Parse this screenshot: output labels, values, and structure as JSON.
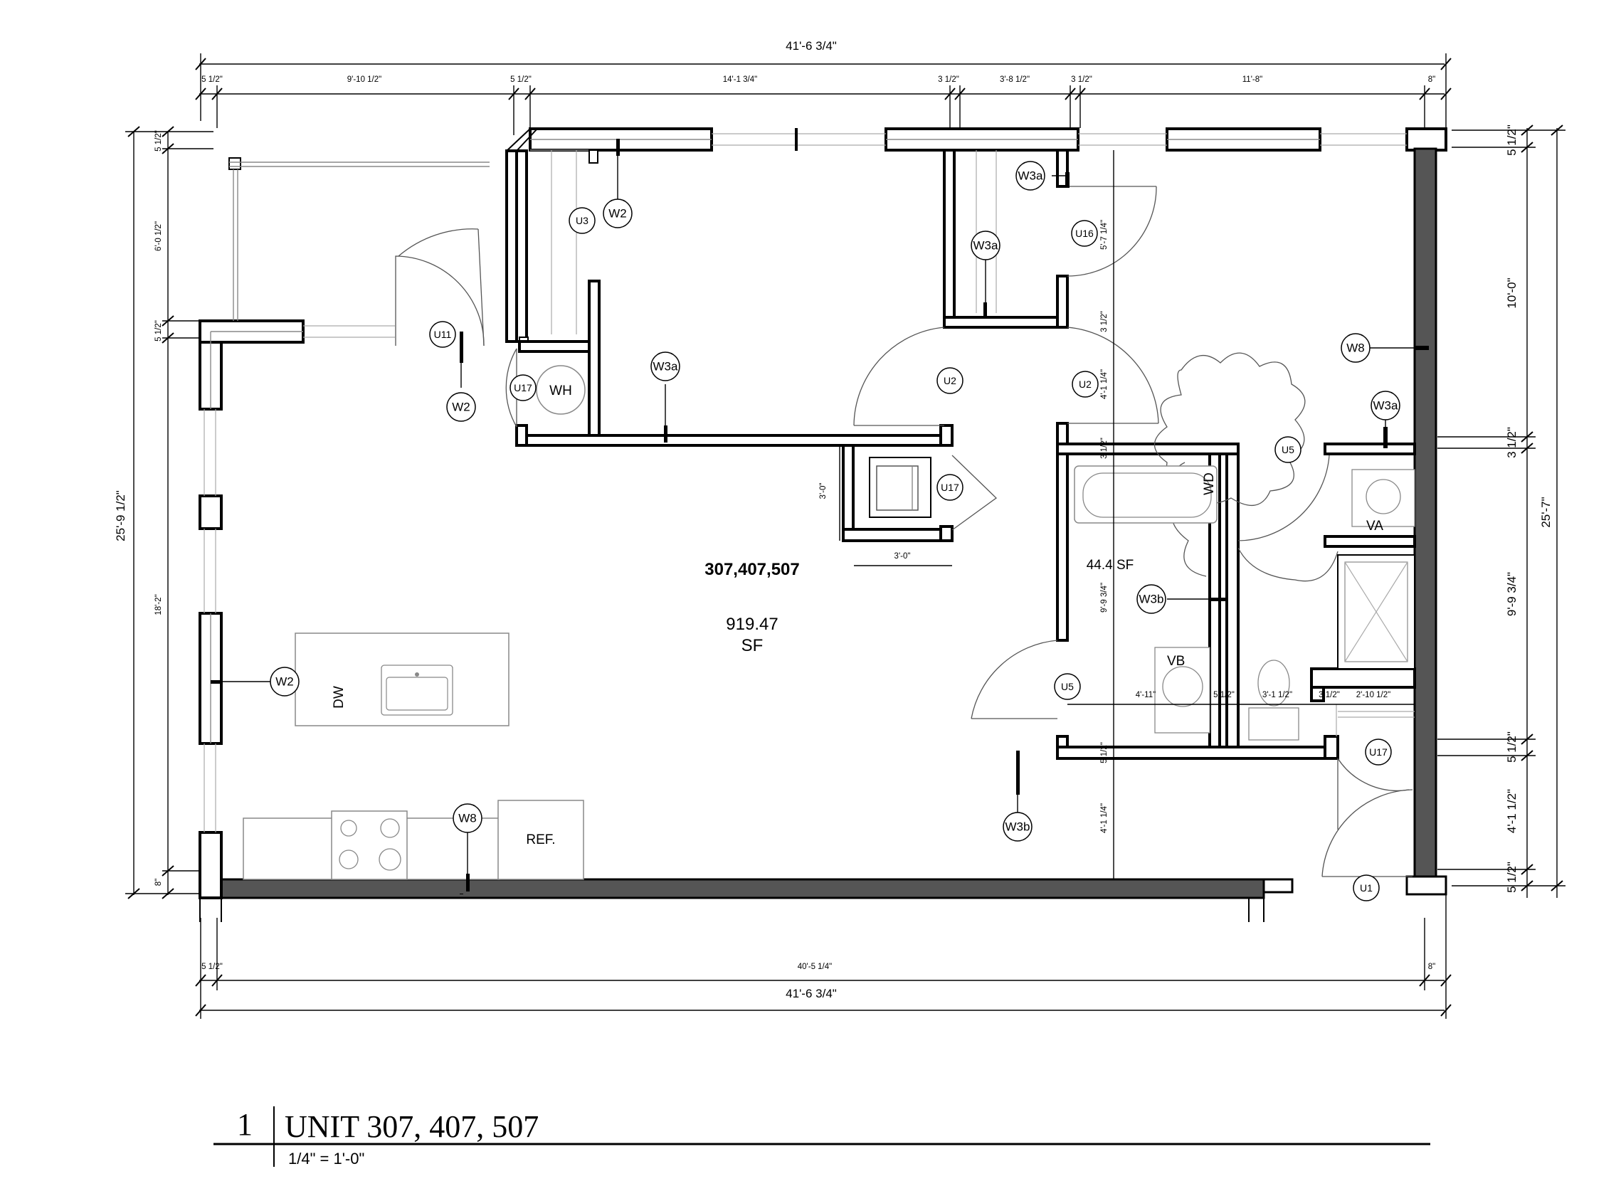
{
  "drawing": {
    "dims_top": {
      "overall": "41'-6 3/4\"",
      "segments": [
        "5 1/2\"",
        "9'-10 1/2\"",
        "5 1/2\"",
        "14'-1 3/4\"",
        "3 1/2\"",
        "3'-8 1/2\"",
        "3 1/2\"",
        "11'-8\"",
        "8\""
      ]
    },
    "dims_bottom": {
      "overall": "41'-6 3/4\"",
      "segments": [
        "5 1/2\"",
        "40'-5 1/4\"",
        "8\""
      ]
    },
    "dims_left": {
      "overall": "25'-9 1/2\"",
      "segments": [
        "5 1/2\"",
        "6'-0 1/2\"",
        "5 1/2\"",
        "18'-2\"",
        "8\""
      ]
    },
    "dims_right": {
      "overall": "25'-7\"",
      "segments": [
        "5 1/2\"",
        "10'-0\"",
        "3 1/2\"",
        "9'-9 3/4\"",
        "5 1/2\"",
        "4'-1 1/2\"",
        "5 1/2\""
      ]
    },
    "dims_interior": {
      "closet_h": "3'-0\"",
      "closet_w": "3'-0\"",
      "u16_h": "5'-7 1/4\"",
      "wall_3half_a": "3 1/2\"",
      "u2_h": "4'-1 1/4\"",
      "wall_3half_b": "3 1/2\"",
      "bath_h": "9'-9 3/4\"",
      "bath_wall_a": "5 1/2\"",
      "lower_h": "4'-1 1/4\"",
      "row_a": "4'-11\"",
      "row_b": "5 1/2\"",
      "row_c": "3'-1 1/2\"",
      "row_d": "3 1/2\"",
      "row_e": "2'-10 1/2\""
    },
    "room": {
      "unit_ids": "307,407,507",
      "area_value": "919.47",
      "area_unit": "SF",
      "bath_area": "44.4 SF"
    },
    "fixtures": {
      "water_heater": "WH",
      "washer_dryer": "WD",
      "vanity_a": "VA",
      "vanity_b": "VB",
      "dishwasher": "DW",
      "refrigerator": "REF."
    },
    "tags": [
      "U3",
      "W2",
      "W3a",
      "U16",
      "W3a",
      "U11",
      "W2",
      "U17",
      "W3a",
      "U2",
      "U2",
      "W8",
      "W3a",
      "U5",
      "U17",
      "W3b",
      "U5",
      "W2",
      "W8",
      "W3b",
      "U17",
      "U1"
    ]
  },
  "title_block": {
    "number": "1",
    "title": "UNIT 307, 407, 507",
    "scale": "1/4\" = 1'-0\""
  }
}
